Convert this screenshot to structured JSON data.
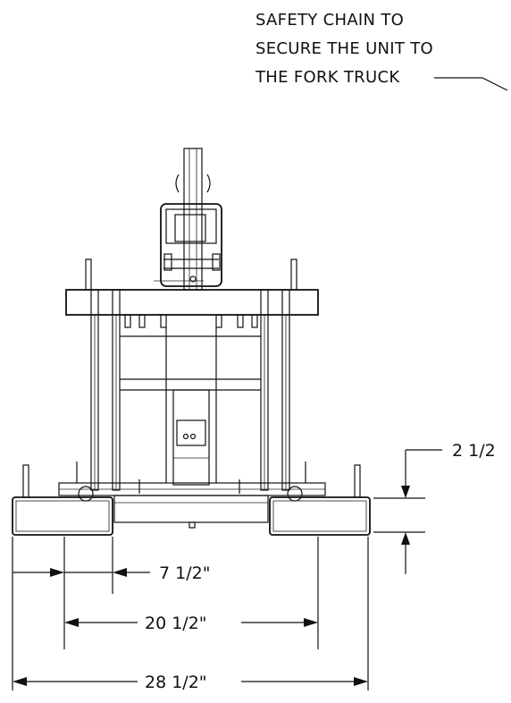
{
  "note": {
    "lines": [
      "SAFETY CHAIN TO",
      "SECURE THE UNIT TO",
      "THE FORK TRUCK"
    ]
  },
  "dimensions": {
    "fork_height": "2 1/2",
    "fork_width": "7 1/2\"",
    "fork_center_spacing": "20 1/2\"",
    "overall_width": "28 1/2\""
  }
}
